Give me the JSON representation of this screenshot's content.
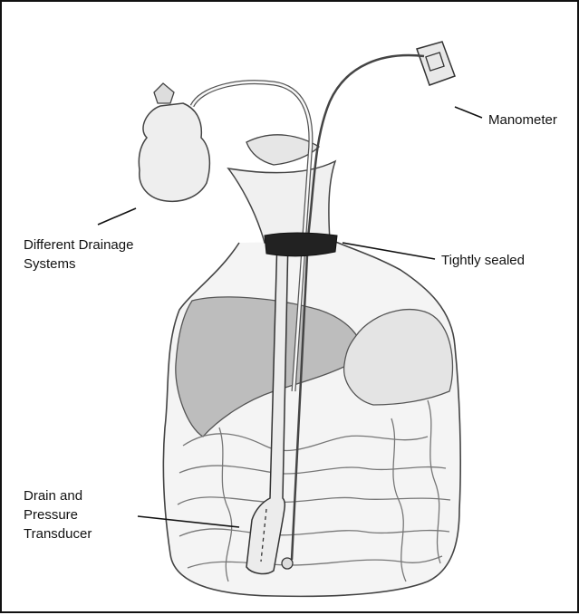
{
  "figure": {
    "labels": {
      "manometer": "Manometer",
      "drainage_line1": "Different Drainage",
      "drainage_line2": "Systems",
      "sealed": "Tightly sealed",
      "drain_line1": "Drain and",
      "drain_line2": "Pressure",
      "drain_line3": "Transducer"
    }
  }
}
